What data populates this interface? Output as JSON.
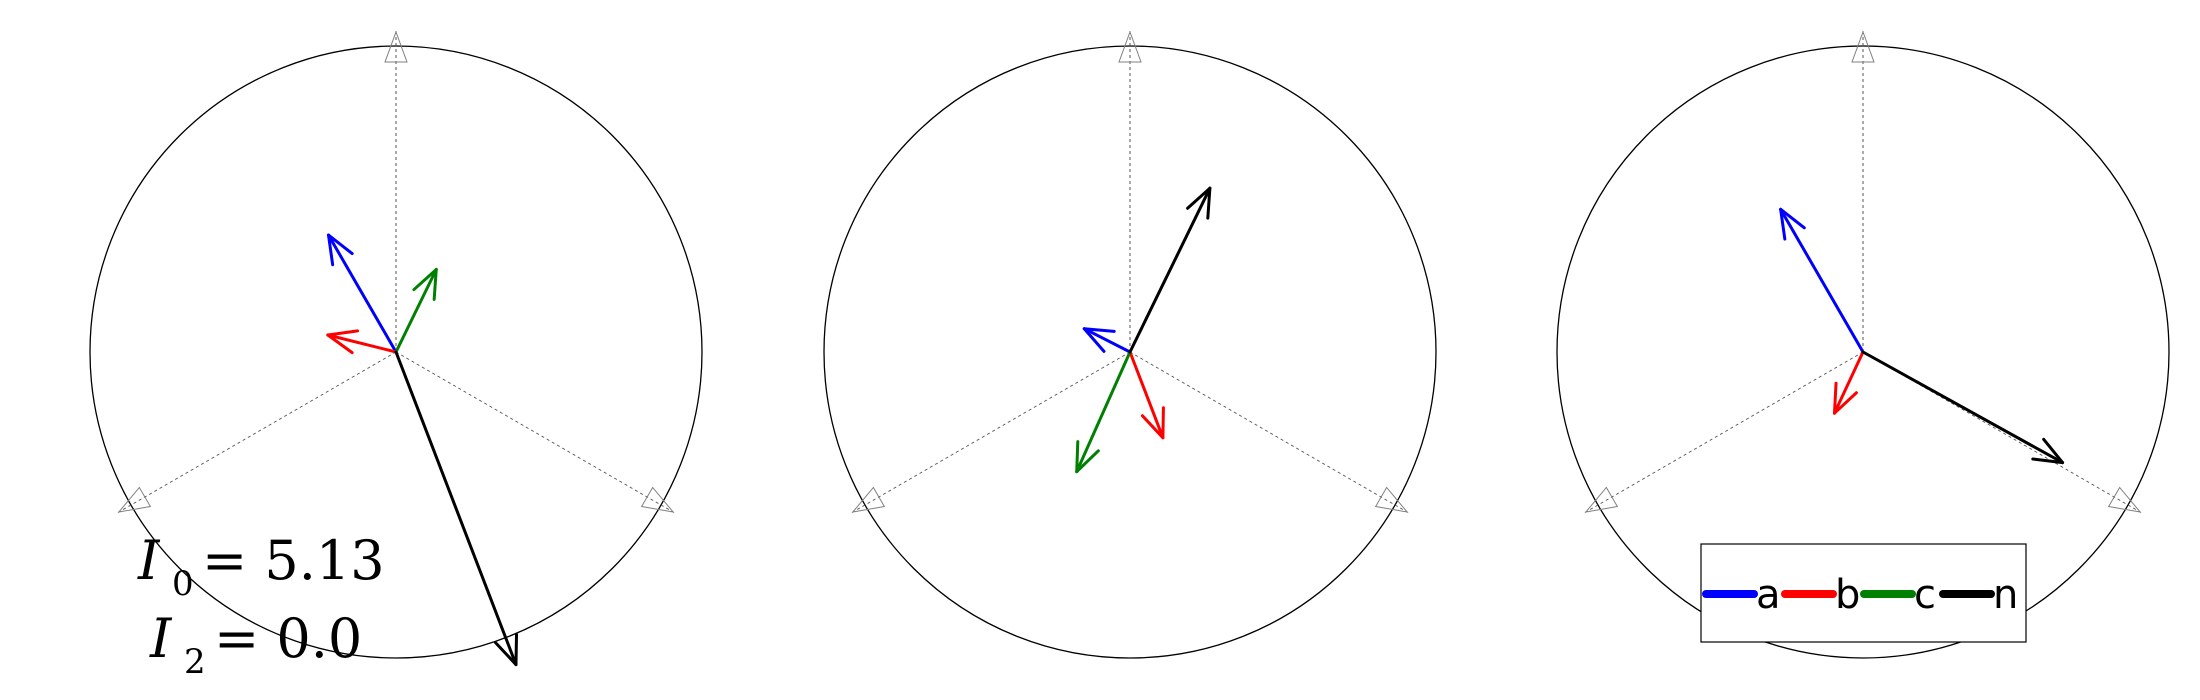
{
  "colors": {
    "a": "#0000ff",
    "b": "#ff0000",
    "c": "#008000",
    "n": "#000000",
    "circle": "#000000",
    "guide": "#808080"
  },
  "panels": [
    {
      "phasors": [
        {
          "phase": "a",
          "magnitude": 1.0,
          "angle_deg": 120
        },
        {
          "phase": "b",
          "magnitude": 0.52,
          "angle_deg": 166
        },
        {
          "phase": "c",
          "magnitude": 0.68,
          "angle_deg": 64
        },
        {
          "phase": "n",
          "magnitude": 2.48,
          "angle_deg": -69
        }
      ]
    },
    {
      "phasors": [
        {
          "phase": "a",
          "magnitude": 0.38,
          "angle_deg": 153
        },
        {
          "phase": "b",
          "magnitude": 0.68,
          "angle_deg": -69
        },
        {
          "phase": "c",
          "magnitude": 0.97,
          "angle_deg": -114
        },
        {
          "phase": "n",
          "magnitude": 1.35,
          "angle_deg": 64
        }
      ]
    },
    {
      "phasors": [
        {
          "phase": "a",
          "magnitude": 1.22,
          "angle_deg": 120
        },
        {
          "phase": "b",
          "magnitude": 0.5,
          "angle_deg": -115
        },
        {
          "phase": "c",
          "magnitude": 0.0,
          "angle_deg": 0
        },
        {
          "phase": "n",
          "magnitude": 1.69,
          "angle_deg": -29
        }
      ]
    }
  ],
  "annotation": {
    "i0_symbol": "I",
    "i0_subscript": "0",
    "i0_value": "= 5.13",
    "i2_symbol": "I",
    "i2_subscript": "2",
    "i2_value": "= 0.0"
  },
  "legend": {
    "items": [
      {
        "key": "a",
        "label": "a"
      },
      {
        "key": "b",
        "label": "b"
      },
      {
        "key": "c",
        "label": "c"
      },
      {
        "key": "n",
        "label": "n"
      }
    ]
  }
}
